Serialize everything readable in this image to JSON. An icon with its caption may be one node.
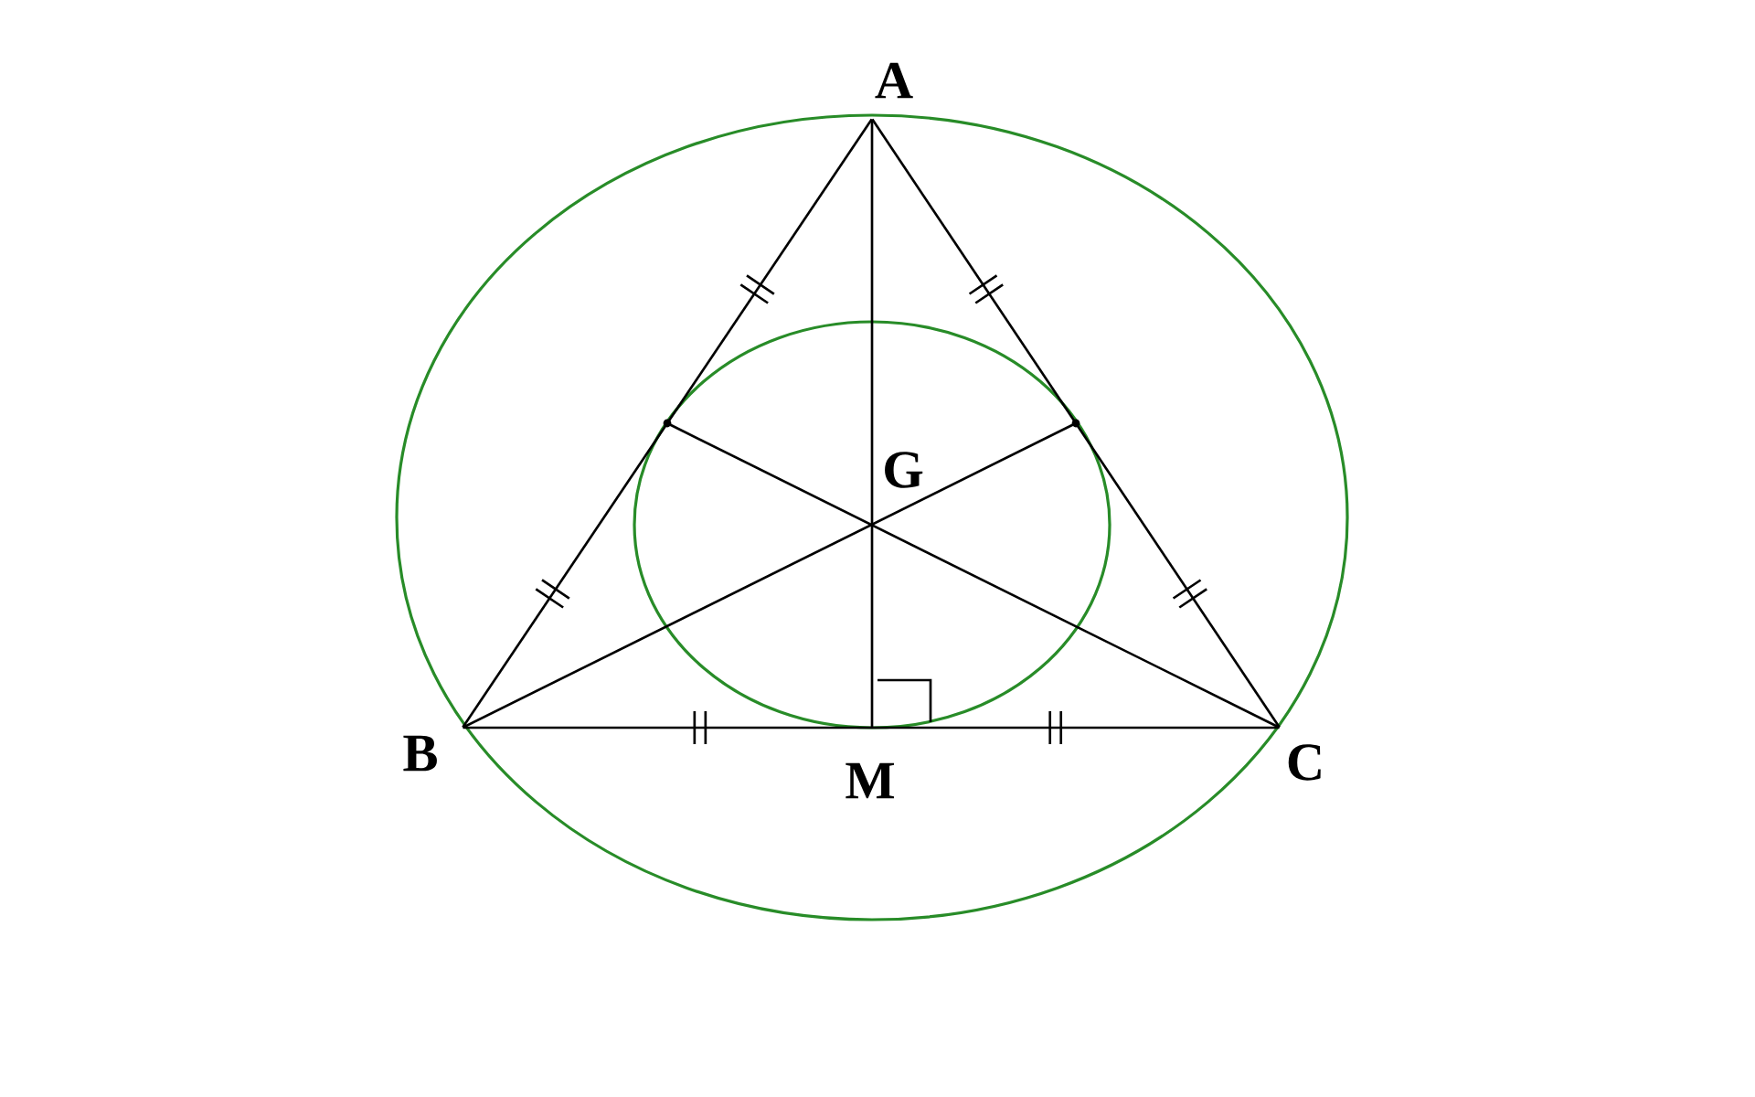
{
  "diagram": {
    "nodes": [
      {
        "text": [
          "A"
        ]
      },
      {
        "text": [
          "B"
        ]
      },
      {
        "text": [
          "C"
        ]
      },
      {
        "text": [
          "G"
        ]
      },
      {
        "text": [
          "M"
        ]
      },
      {
        "text": [],
        "shape": "point"
      },
      {
        "text": [],
        "shape": "point"
      }
    ],
    "edges": [
      {
        "from": 0,
        "to": 1,
        "arrow": "none"
      },
      {
        "from": 1,
        "to": 2,
        "arrow": "none"
      },
      {
        "from": 2,
        "to": 0,
        "arrow": "none"
      },
      {
        "from": 0,
        "to": 4,
        "arrow": "none"
      },
      {
        "from": 1,
        "to": 6,
        "arrow": "none"
      },
      {
        "from": 2,
        "to": 5,
        "arrow": "none"
      }
    ]
  }
}
